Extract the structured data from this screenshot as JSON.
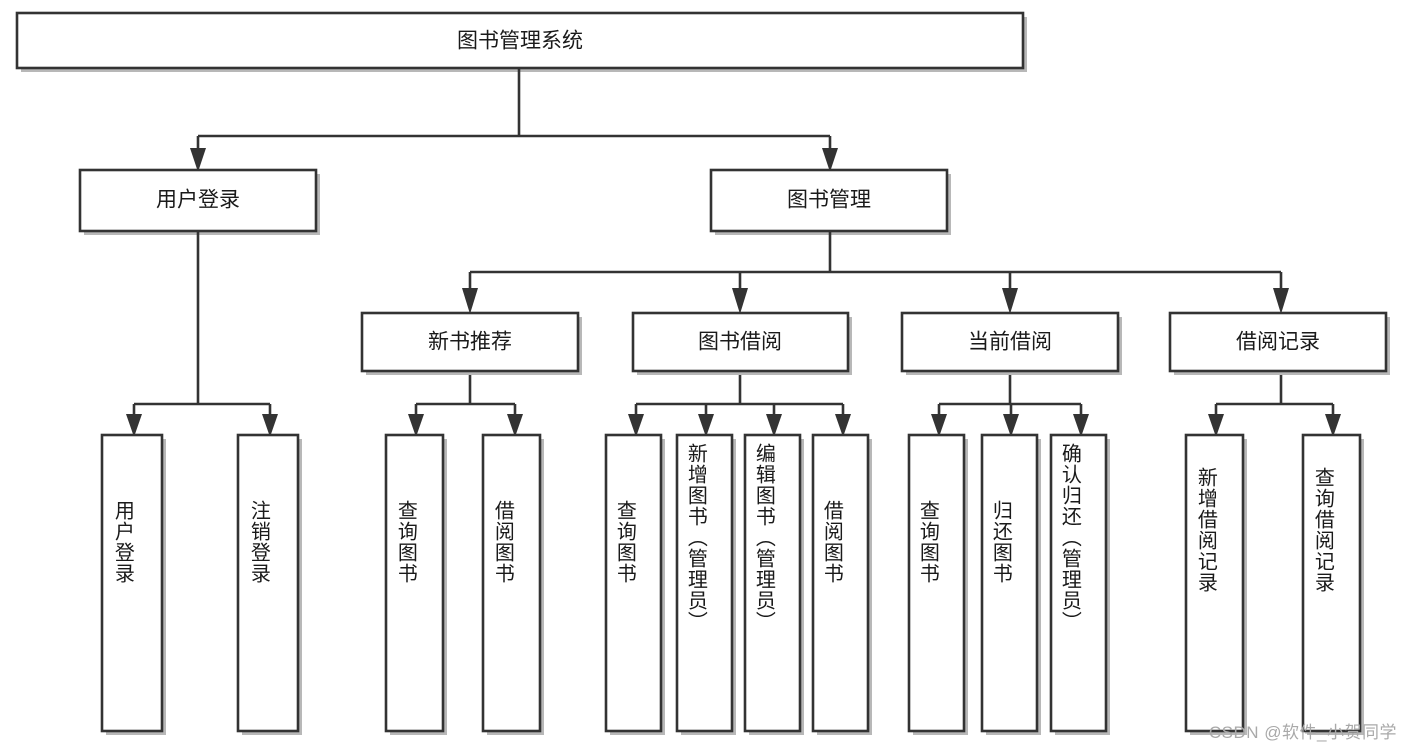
{
  "diagram": {
    "type": "hierarchy-tree",
    "title": "图书管理系统",
    "orientation": "top-down",
    "watermark": "CSDN @软件_小贺同学",
    "colors": {
      "box_fill": "#ffffff",
      "box_stroke": "#333333",
      "shadow": "#b8b8b8",
      "text": "#1a1a1a",
      "watermark": "#a9a9a9"
    },
    "levels": {
      "root": {
        "label": "图书管理系统"
      },
      "level2": [
        {
          "id": "user-login",
          "label": "用户登录"
        },
        {
          "id": "book-management",
          "label": "图书管理"
        }
      ],
      "level3": [
        {
          "id": "new-book-recommend",
          "label": "新书推荐",
          "parent": "book-management"
        },
        {
          "id": "book-borrow",
          "label": "图书借阅",
          "parent": "book-management"
        },
        {
          "id": "current-borrow",
          "label": "当前借阅",
          "parent": "book-management"
        },
        {
          "id": "borrow-record",
          "label": "借阅记录",
          "parent": "book-management"
        }
      ],
      "leaves": {
        "user-login": [
          {
            "id": "leaf-user-login",
            "label": "用户登录"
          },
          {
            "id": "leaf-user-logout",
            "label": "注销登录"
          }
        ],
        "new-book-recommend": [
          {
            "id": "leaf-query-book-1",
            "label": "查询图书"
          },
          {
            "id": "leaf-borrow-book-1",
            "label": "借阅图书"
          }
        ],
        "book-borrow": [
          {
            "id": "leaf-query-book-2",
            "label": "查询图书"
          },
          {
            "id": "leaf-add-book",
            "label": "新增图书（管理员）"
          },
          {
            "id": "leaf-edit-book",
            "label": "编辑图书（管理员）"
          },
          {
            "id": "leaf-borrow-book-2",
            "label": "借阅图书"
          }
        ],
        "current-borrow": [
          {
            "id": "leaf-query-book-3",
            "label": "查询图书"
          },
          {
            "id": "leaf-return-book",
            "label": "归还图书"
          },
          {
            "id": "leaf-confirm-return",
            "label": "确认归还（管理员）"
          }
        ],
        "borrow-record": [
          {
            "id": "leaf-add-record",
            "label": "新增借阅记录"
          },
          {
            "id": "leaf-query-record",
            "label": "查询借阅记录"
          }
        ]
      }
    }
  }
}
